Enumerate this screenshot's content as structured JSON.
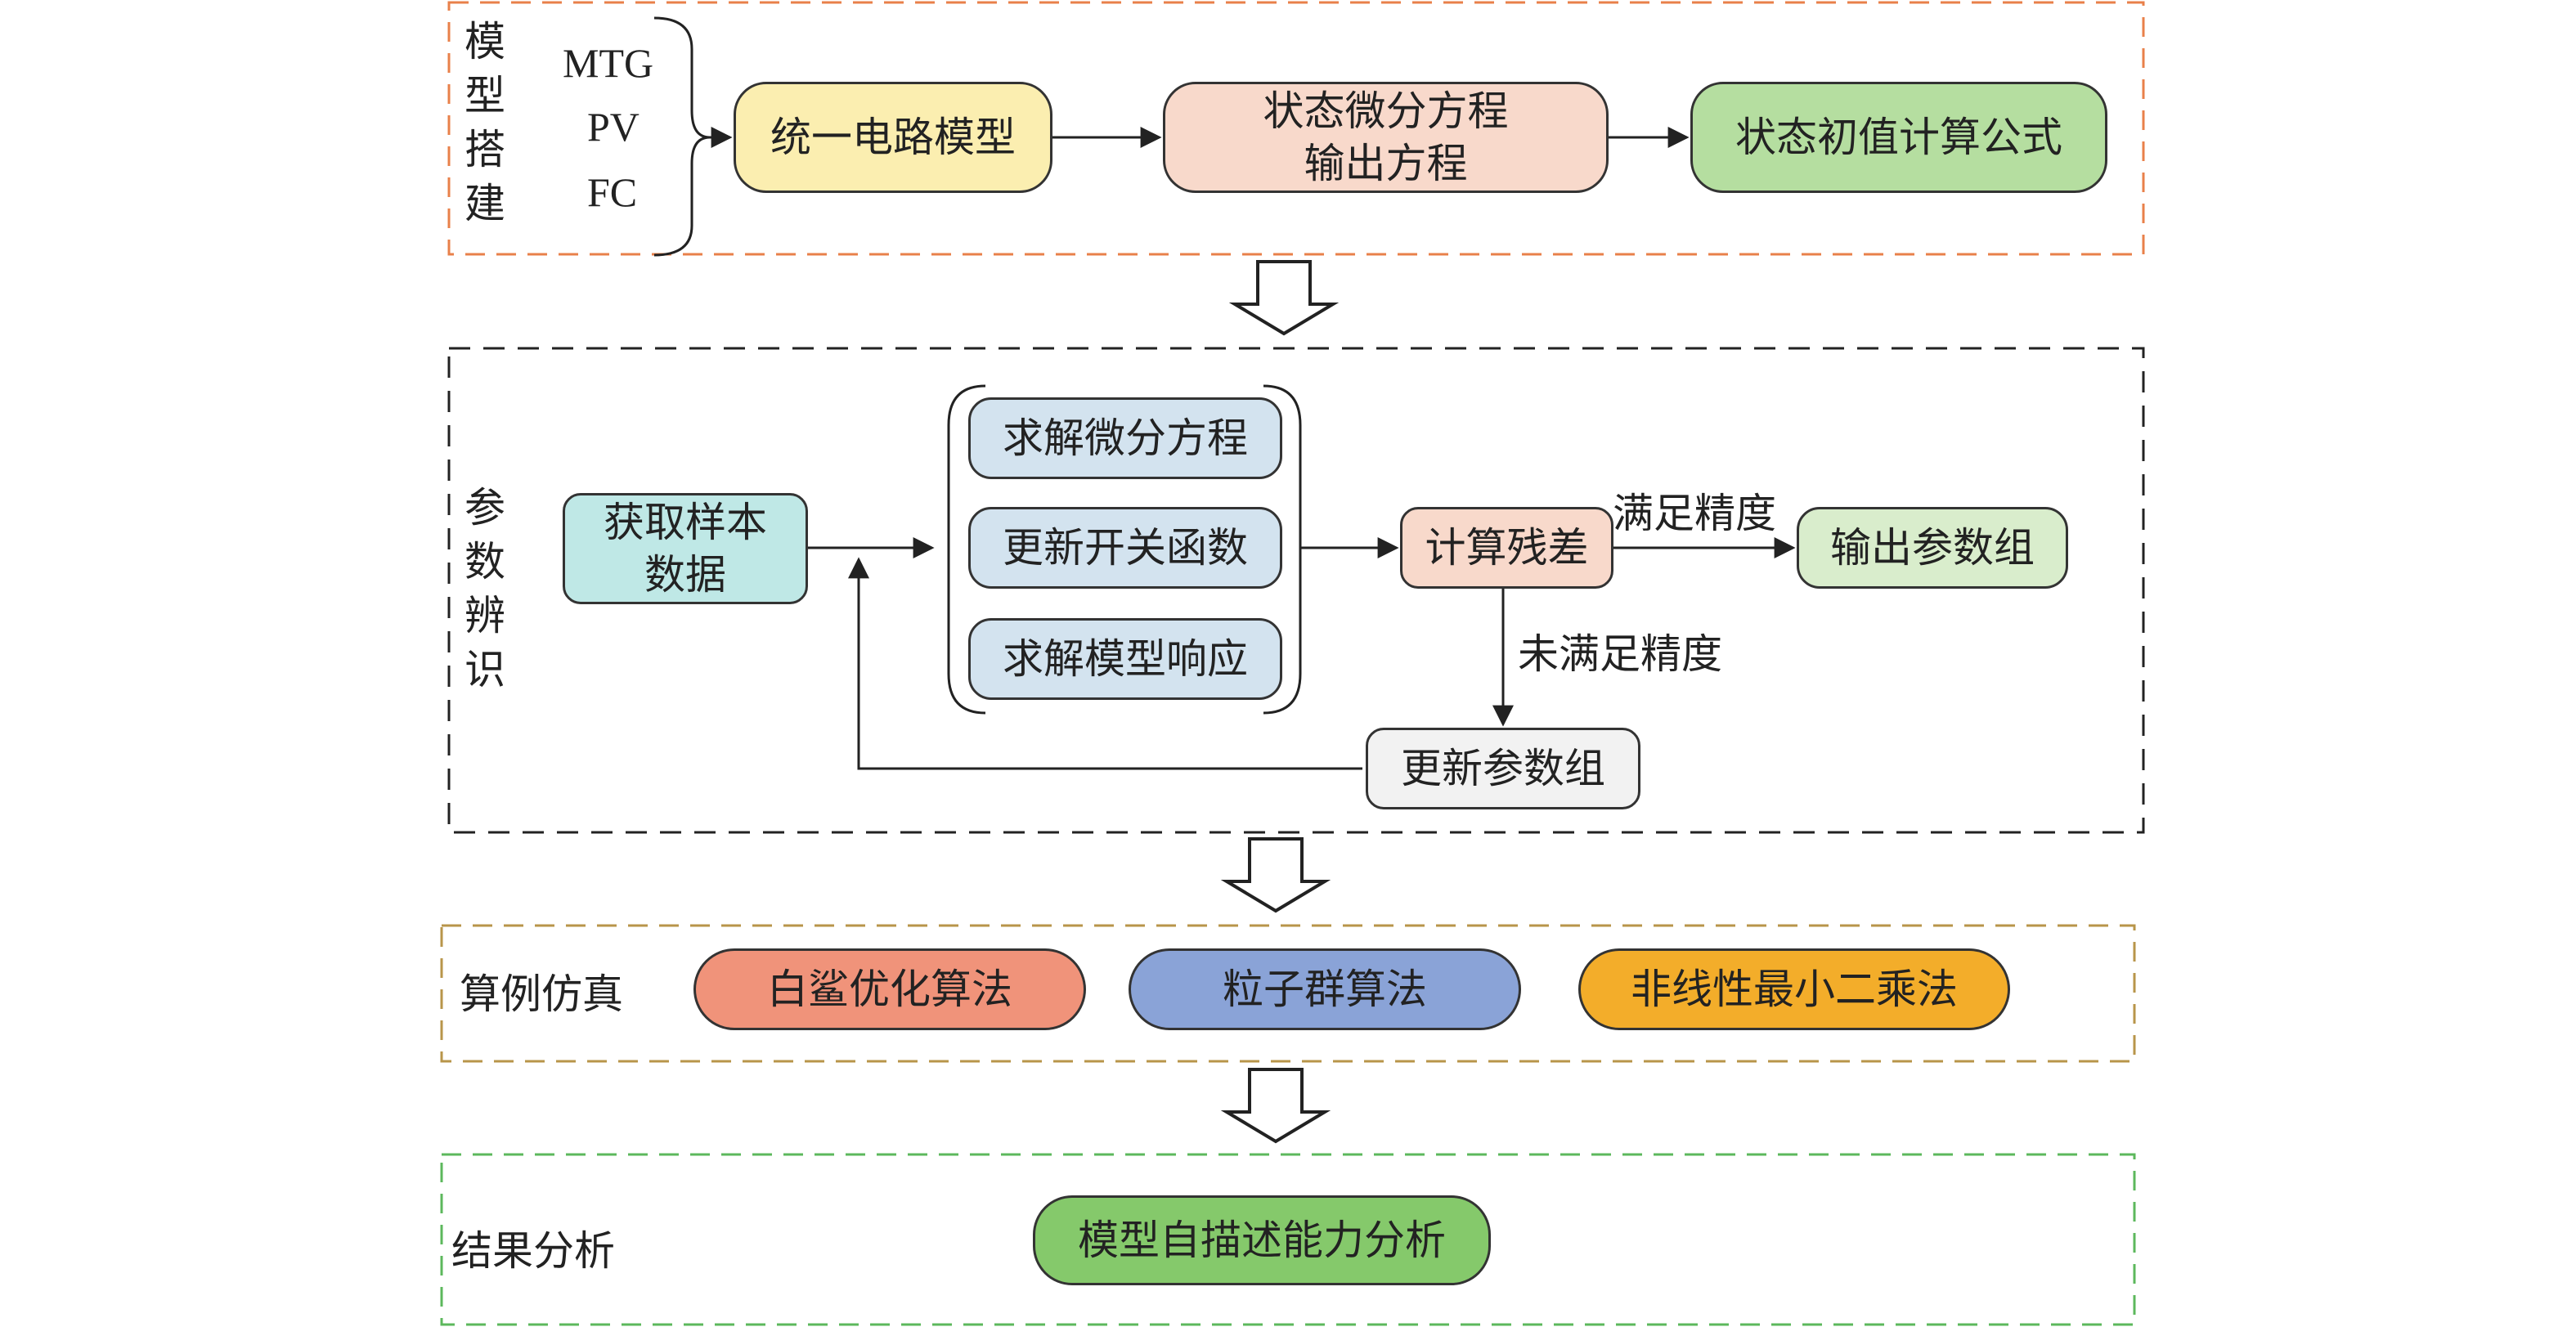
{
  "section1": {
    "label": [
      "模",
      "型",
      "搭",
      "建"
    ],
    "components": [
      "MTG",
      "PV",
      "FC"
    ],
    "node_circuit": "统一电路模型",
    "node_state_eq": "状态微分方程\n输出方程",
    "node_init": "状态初值计算公式"
  },
  "section2": {
    "label": [
      "参",
      "数",
      "辨",
      "识"
    ],
    "node_sample": "获取样本\n数据",
    "node_solve_diff": "求解微分方程",
    "node_update_switch": "更新开关函数",
    "node_solve_response": "求解模型响应",
    "node_residual": "计算残差",
    "node_output_params": "输出参数组",
    "node_update_params": "更新参数组",
    "edge_satisfied": "满足精度",
    "edge_unsatisfied": "未满足精度"
  },
  "section3": {
    "label": "算例仿真",
    "algorithms": [
      "白鲨优化算法",
      "粒子群算法",
      "非线性最小二乘法"
    ]
  },
  "section4": {
    "label": "结果分析",
    "node_analysis": "模型自描述能力分析"
  },
  "colors": {
    "frame1": "#e8804a",
    "frame2": "#222222",
    "frame3": "#b8954a",
    "frame4": "#5cb85c",
    "yellow": "#fbeeb0",
    "peach": "#f8d9cb",
    "green": "#b5dea0",
    "cyan": "#bfe8e6",
    "lightblue": "#d3e3ef",
    "gray": "#f2f2f2",
    "orange_red": "#f0937a",
    "blue": "#8aa3d7",
    "gold": "#f3ad2a",
    "green_dark": "#85c96b"
  }
}
